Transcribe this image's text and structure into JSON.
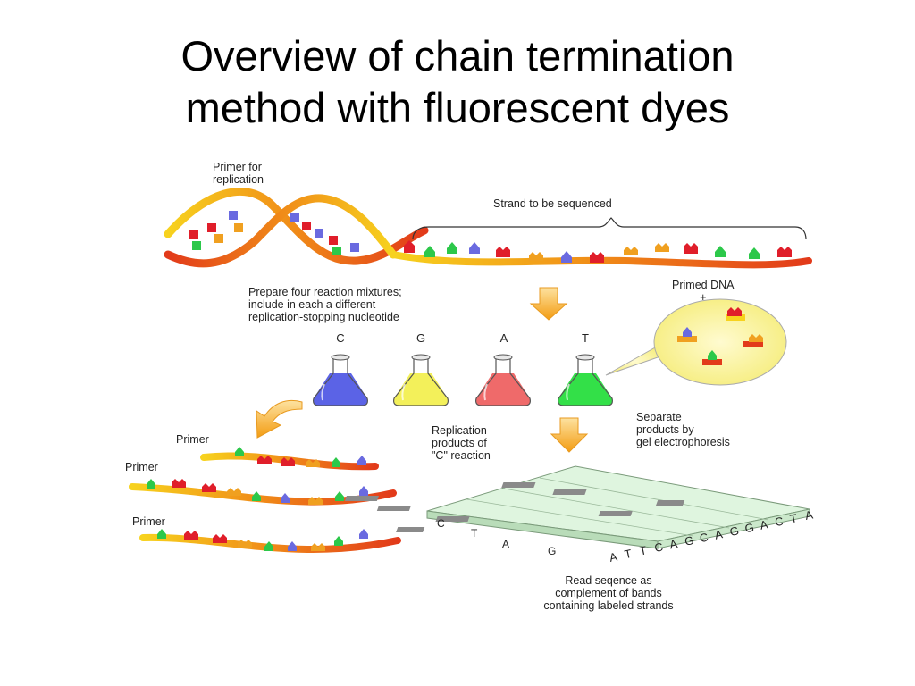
{
  "title": {
    "line1": "Overview of chain termination",
    "line2": "method with fluorescent dyes"
  },
  "labels": {
    "primer_for_replication_1": "Primer for",
    "primer_for_replication_2": "replication",
    "strand_to_be_sequenced": "Strand to be sequenced",
    "prepare_1": "Prepare four reaction mixtures;",
    "prepare_2": "include in each a different",
    "prepare_3": "replication-stopping nucleotide",
    "primed_dna_1": "Primed DNA",
    "primed_dna_2": "+",
    "replication_products_1": "Replication",
    "replication_products_2": "products of",
    "replication_products_3": "\"C\" reaction",
    "separate_1": "Separate",
    "separate_2": "products by",
    "separate_3": "gel electrophoresis",
    "primer_a": "Primer",
    "primer_b": "Primer",
    "primer_c": "Primer",
    "read_1": "Read seqence as",
    "read_2": "complement of bands",
    "read_3": "containing labeled strands"
  },
  "flasks": [
    {
      "letter": "C",
      "color": "#5b63e6"
    },
    {
      "letter": "G",
      "color": "#f3f05a"
    },
    {
      "letter": "A",
      "color": "#ef6a6a"
    },
    {
      "letter": "T",
      "color": "#33e048"
    }
  ],
  "gel_lanes": [
    "C",
    "T",
    "A",
    "G"
  ],
  "sequence_read": "ATTCAGCAGGACTA",
  "colors": {
    "strand_orange": "#f08a18",
    "strand_red": "#e23a1a",
    "strand_yellow": "#f7c51c",
    "arrow": "#f5a623",
    "gel": "#dff5df",
    "band": "#8a8a8a"
  }
}
